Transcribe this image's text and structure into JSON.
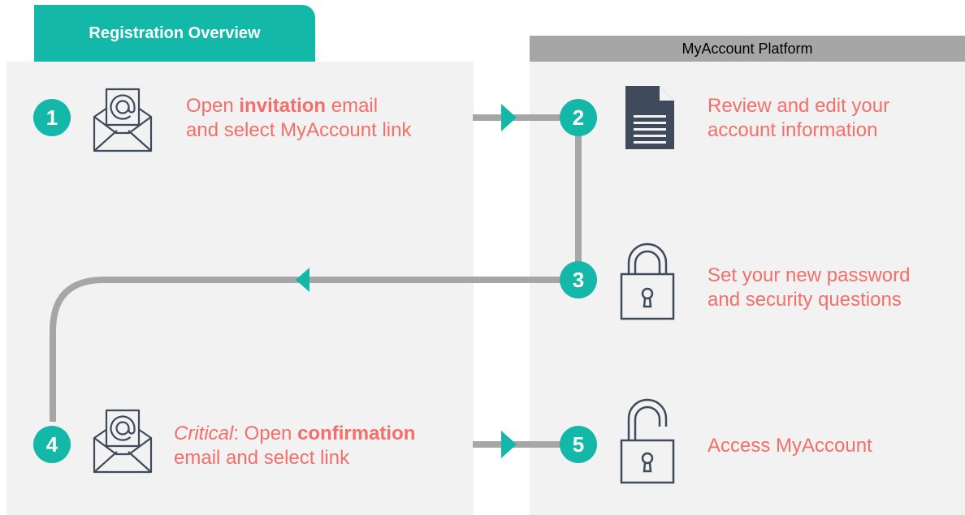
{
  "header": {
    "overview_title": "Registration Overview",
    "platform_title": "MyAccount Platform"
  },
  "colors": {
    "teal": "#13b8a9",
    "coral": "#f36f6a",
    "panel": "#f2f2f2",
    "connector": "#a6a6a6",
    "icon": "#3f4a5a"
  },
  "steps": [
    {
      "number": "1",
      "icon": "envelope-at-icon",
      "text": {
        "pre": "Open ",
        "bold": "invitation",
        "post": " email",
        "line2": "and select MyAccount link"
      }
    },
    {
      "number": "2",
      "icon": "document-icon",
      "text": {
        "line1": "Review and edit your",
        "line2": "account information"
      }
    },
    {
      "number": "3",
      "icon": "closed-padlock-icon",
      "text": {
        "line1": "Set your new password",
        "line2": "and security questions"
      }
    },
    {
      "number": "4",
      "icon": "envelope-at-icon",
      "text": {
        "italic": "Critical",
        "pre": ": Open ",
        "bold": "confirmation",
        "line2": "email and select link"
      }
    },
    {
      "number": "5",
      "icon": "open-padlock-icon",
      "text": {
        "line1": "Access MyAccount"
      }
    }
  ]
}
